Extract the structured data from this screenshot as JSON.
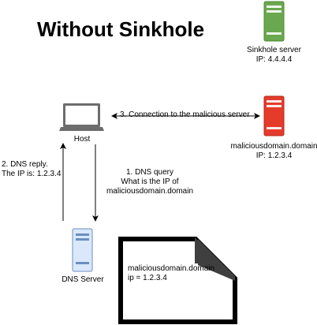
{
  "title": "Without Sinkhole",
  "nodes": {
    "sinkhole_server": {
      "name": "Sinkhole server",
      "ip": "IP: 4.4.4.4",
      "color": "#6aa84f"
    },
    "host": {
      "name": "Host"
    },
    "malicious_server": {
      "name": "maliciousdomain.domain",
      "ip": "IP: 1.2.3.4",
      "color": "#d9382b"
    },
    "dns_server": {
      "name": "DNS Server",
      "color": "#dae8fc"
    }
  },
  "edges": {
    "connection": "3. Connection to the malicious server",
    "dns_query": {
      "line1": "1. DNS query",
      "line2": "What is the IP of",
      "line3": "maliciousdomain.domain"
    },
    "dns_reply": {
      "line1": "2. DNS reply.",
      "line2": "The IP is: 1.2.3.4"
    }
  },
  "dns_record": {
    "line1": "maliciousdomain.domain",
    "line2": "ip = 1.2.3.4"
  }
}
